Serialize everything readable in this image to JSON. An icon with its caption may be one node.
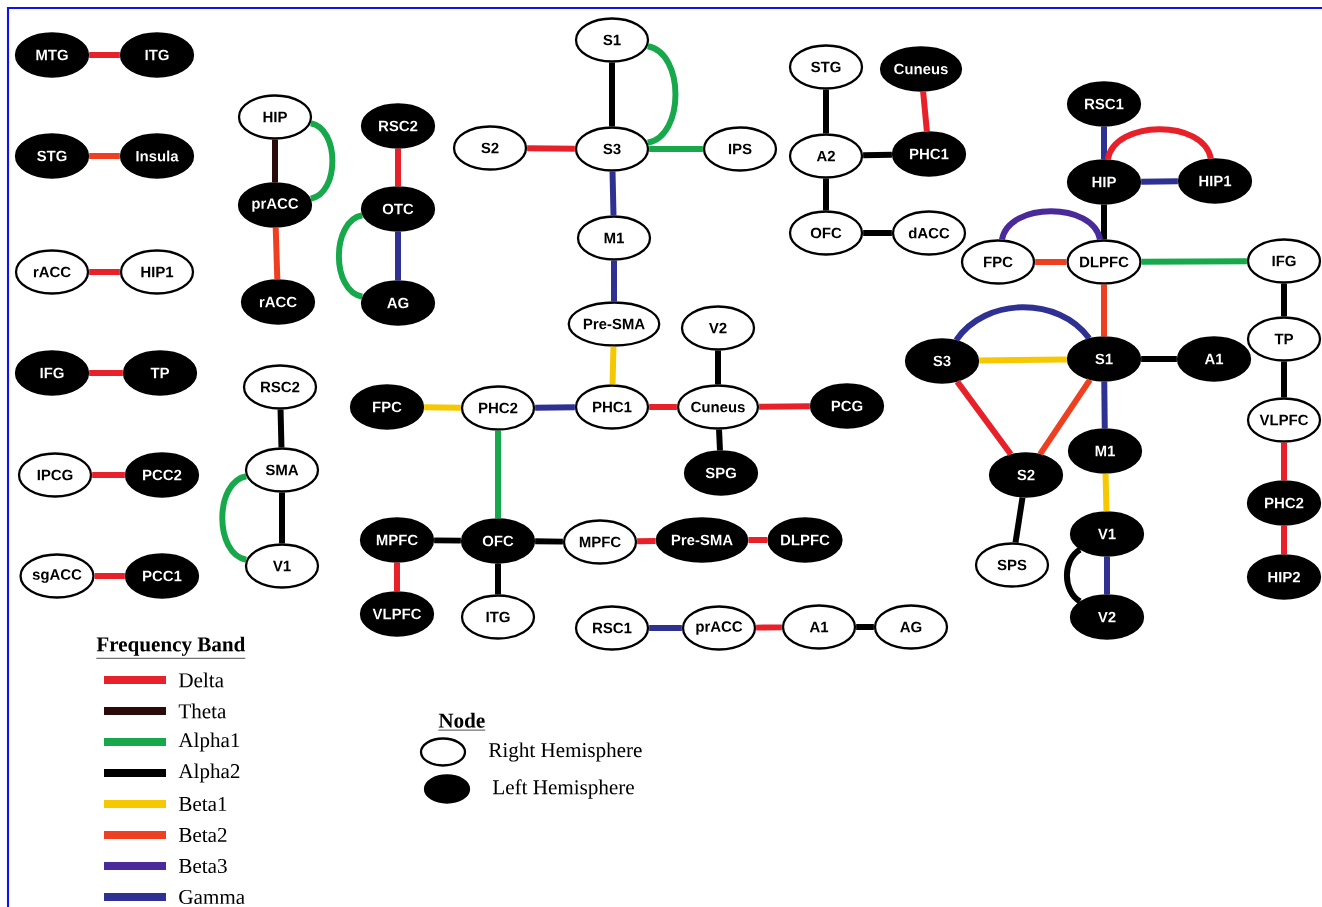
{
  "diagram": {
    "nodes": [
      {
        "text": [
          "MTG"
        ]
      },
      {
        "text": [
          "ITG"
        ]
      },
      {
        "text": [
          "STG"
        ]
      },
      {
        "text": [
          "Insula"
        ]
      },
      {
        "text": [
          "rACC"
        ]
      },
      {
        "text": [
          "HIP1"
        ]
      },
      {
        "text": [
          "IFG"
        ]
      },
      {
        "text": [
          "TP"
        ]
      },
      {
        "text": [
          "IPCG"
        ]
      },
      {
        "text": [
          "PCC2"
        ]
      },
      {
        "text": [
          "sgACC"
        ]
      },
      {
        "text": [
          "PCC1"
        ]
      },
      {
        "text": [
          "HIP"
        ]
      },
      {
        "text": [
          "prACC"
        ]
      },
      {
        "text": [
          "rACC"
        ]
      },
      {
        "text": [
          "RSC2"
        ]
      },
      {
        "text": [
          "OTC"
        ]
      },
      {
        "text": [
          "AG"
        ]
      },
      {
        "text": [
          "RSC2"
        ]
      },
      {
        "text": [
          "SMA"
        ]
      },
      {
        "text": [
          "V1"
        ]
      },
      {
        "text": [
          "S1"
        ]
      },
      {
        "text": [
          "S2"
        ]
      },
      {
        "text": [
          "S3"
        ]
      },
      {
        "text": [
          "IPS"
        ]
      },
      {
        "text": [
          "M1"
        ]
      },
      {
        "text": [
          "Pre-SMA"
        ]
      },
      {
        "text": [
          "STG"
        ]
      },
      {
        "text": [
          "Cuneus"
        ]
      },
      {
        "text": [
          "A2"
        ]
      },
      {
        "text": [
          "PHC1"
        ]
      },
      {
        "text": [
          "OFC"
        ]
      },
      {
        "text": [
          "dACC"
        ]
      },
      {
        "text": [
          "V2"
        ]
      },
      {
        "text": [
          "FPC"
        ]
      },
      {
        "text": [
          "PHC2"
        ]
      },
      {
        "text": [
          "PHC1"
        ]
      },
      {
        "text": [
          "Cuneus"
        ]
      },
      {
        "text": [
          "PCG"
        ]
      },
      {
        "text": [
          "SPG"
        ]
      },
      {
        "text": [
          "MPFC"
        ]
      },
      {
        "text": [
          "OFC"
        ]
      },
      {
        "text": [
          "MPFC"
        ]
      },
      {
        "text": [
          "Pre-SMA"
        ]
      },
      {
        "text": [
          "DLPFC"
        ]
      },
      {
        "text": [
          "VLPFC"
        ]
      },
      {
        "text": [
          "ITG"
        ]
      },
      {
        "text": [
          "RSC1"
        ]
      },
      {
        "text": [
          "prACC"
        ]
      },
      {
        "text": [
          "A1"
        ]
      },
      {
        "text": [
          "AG"
        ]
      },
      {
        "text": [
          "RSC1"
        ]
      },
      {
        "text": [
          "HIP"
        ]
      },
      {
        "text": [
          "HIP1"
        ]
      },
      {
        "text": [
          "FPC"
        ]
      },
      {
        "text": [
          "DLPFC"
        ]
      },
      {
        "text": [
          "IFG"
        ]
      },
      {
        "text": [
          "S3"
        ]
      },
      {
        "text": [
          "S1"
        ]
      },
      {
        "text": [
          "A1"
        ]
      },
      {
        "text": [
          "TP"
        ]
      },
      {
        "text": [
          "VLPFC"
        ]
      },
      {
        "text": [
          "M1"
        ]
      },
      {
        "text": [
          "S2"
        ]
      },
      {
        "text": [
          "PHC2"
        ]
      },
      {
        "text": [
          "V1"
        ]
      },
      {
        "text": [
          "SPS"
        ]
      },
      {
        "text": [
          "HIP2"
        ]
      },
      {
        "text": [
          "V2"
        ]
      }
    ],
    "edges": [
      {
        "from": 0,
        "to": 1,
        "arrow": "none",
        "color": "#e8202a"
      },
      {
        "from": 2,
        "to": 3,
        "arrow": "none",
        "color": "#ee4020"
      },
      {
        "from": 4,
        "to": 5,
        "arrow": "none",
        "color": "#e8202a"
      },
      {
        "from": 6,
        "to": 7,
        "arrow": "none",
        "color": "#e8202a"
      },
      {
        "from": 8,
        "to": 9,
        "arrow": "none",
        "color": "#e8202a"
      },
      {
        "from": 10,
        "to": 11,
        "arrow": "none",
        "color": "#e8202a"
      },
      {
        "from": 12,
        "to": 13,
        "arrow": "none",
        "color": "#2a0a0a"
      },
      {
        "from": 12,
        "to": 13,
        "arrow": "none",
        "color": "#16a84a"
      },
      {
        "from": 13,
        "to": 14,
        "arrow": "none",
        "color": "#ee4020"
      },
      {
        "from": 15,
        "to": 16,
        "arrow": "none",
        "color": "#e8202a"
      },
      {
        "from": 16,
        "to": 17,
        "arrow": "none",
        "color": "#2e3192"
      },
      {
        "from": 16,
        "to": 17,
        "arrow": "none",
        "color": "#16a84a"
      },
      {
        "from": 18,
        "to": 19,
        "arrow": "none",
        "color": "#000000"
      },
      {
        "from": 19,
        "to": 20,
        "arrow": "none",
        "color": "#000000"
      },
      {
        "from": 19,
        "to": 20,
        "arrow": "none",
        "color": "#16a84a"
      },
      {
        "from": 21,
        "to": 23,
        "arrow": "none",
        "color": "#000000"
      },
      {
        "from": 21,
        "to": 23,
        "arrow": "none",
        "color": "#16a84a"
      },
      {
        "from": 22,
        "to": 23,
        "arrow": "none",
        "color": "#e8202a"
      },
      {
        "from": 23,
        "to": 24,
        "arrow": "none",
        "color": "#16a84a"
      },
      {
        "from": 23,
        "to": 25,
        "arrow": "none",
        "color": "#2e3192"
      },
      {
        "from": 25,
        "to": 26,
        "arrow": "none",
        "color": "#2e3192"
      },
      {
        "from": 26,
        "to": 36,
        "arrow": "none",
        "color": "#f5c800"
      },
      {
        "from": 27,
        "to": 29,
        "arrow": "none",
        "color": "#000000"
      },
      {
        "from": 28,
        "to": 30,
        "arrow": "none",
        "color": "#e8202a"
      },
      {
        "from": 29,
        "to": 30,
        "arrow": "none",
        "color": "#000000"
      },
      {
        "from": 29,
        "to": 31,
        "arrow": "none",
        "color": "#000000"
      },
      {
        "from": 31,
        "to": 32,
        "arrow": "none",
        "color": "#000000"
      },
      {
        "from": 33,
        "to": 37,
        "arrow": "none",
        "color": "#000000"
      },
      {
        "from": 34,
        "to": 35,
        "arrow": "none",
        "color": "#f5c800"
      },
      {
        "from": 35,
        "to": 36,
        "arrow": "none",
        "color": "#2e3192"
      },
      {
        "from": 36,
        "to": 37,
        "arrow": "none",
        "color": "#e8202a"
      },
      {
        "from": 37,
        "to": 38,
        "arrow": "none",
        "color": "#e8202a"
      },
      {
        "from": 37,
        "to": 39,
        "arrow": "none",
        "color": "#000000"
      },
      {
        "from": 35,
        "to": 41,
        "arrow": "none",
        "color": "#16a84a"
      },
      {
        "from": 40,
        "to": 41,
        "arrow": "none",
        "color": "#000000"
      },
      {
        "from": 41,
        "to": 42,
        "arrow": "none",
        "color": "#000000"
      },
      {
        "from": 42,
        "to": 43,
        "arrow": "none",
        "color": "#e8202a"
      },
      {
        "from": 43,
        "to": 44,
        "arrow": "none",
        "color": "#e8202a"
      },
      {
        "from": 40,
        "to": 45,
        "arrow": "none",
        "color": "#e8202a"
      },
      {
        "from": 41,
        "to": 46,
        "arrow": "none",
        "color": "#000000"
      },
      {
        "from": 47,
        "to": 48,
        "arrow": "none",
        "color": "#2e3192"
      },
      {
        "from": 48,
        "to": 49,
        "arrow": "none",
        "color": "#e8202a"
      },
      {
        "from": 49,
        "to": 50,
        "arrow": "none",
        "color": "#000000"
      },
      {
        "from": 51,
        "to": 52,
        "arrow": "none",
        "color": "#2e3192"
      },
      {
        "from": 52,
        "to": 53,
        "arrow": "none",
        "color": "#2e3192"
      },
      {
        "from": 52,
        "to": 53,
        "arrow": "none",
        "color": "#e8202a"
      },
      {
        "from": 52,
        "to": 55,
        "arrow": "none",
        "color": "#000000"
      },
      {
        "from": 54,
        "to": 55,
        "arrow": "none",
        "color": "#ee4020"
      },
      {
        "from": 54,
        "to": 55,
        "arrow": "none",
        "color": "#4a2a9a"
      },
      {
        "from": 55,
        "to": 56,
        "arrow": "none",
        "color": "#16a84a"
      },
      {
        "from": 55,
        "to": 58,
        "arrow": "none",
        "color": "#ee4020"
      },
      {
        "from": 57,
        "to": 58,
        "arrow": "none",
        "color": "#f5c800"
      },
      {
        "from": 57,
        "to": 58,
        "arrow": "none",
        "color": "#2e3192"
      },
      {
        "from": 58,
        "to": 59,
        "arrow": "none",
        "color": "#000000"
      },
      {
        "from": 57,
        "to": 63,
        "arrow": "none",
        "color": "#e8202a"
      },
      {
        "from": 58,
        "to": 63,
        "arrow": "none",
        "color": "#ee4020"
      },
      {
        "from": 58,
        "to": 62,
        "arrow": "none",
        "color": "#2e3192"
      },
      {
        "from": 62,
        "to": 65,
        "arrow": "none",
        "color": "#f5c800"
      },
      {
        "from": 65,
        "to": 68,
        "arrow": "none",
        "color": "#2e3192"
      },
      {
        "from": 65,
        "to": 68,
        "arrow": "none",
        "color": "#000000"
      },
      {
        "from": 63,
        "to": 66,
        "arrow": "none",
        "color": "#000000"
      },
      {
        "from": 56,
        "to": 60,
        "arrow": "none",
        "color": "#000000"
      },
      {
        "from": 60,
        "to": 61,
        "arrow": "none",
        "color": "#000000"
      },
      {
        "from": 61,
        "to": 64,
        "arrow": "none",
        "color": "#e8202a"
      },
      {
        "from": 64,
        "to": 67,
        "arrow": "none",
        "color": "#e8202a"
      }
    ],
    "labels": [
      "Frequency Band",
      "Node"
    ],
    "legend": [
      {
        "text": "Delta",
        "color": "#e8202a"
      },
      {
        "text": "Theta",
        "color": "#2a0a0a"
      },
      {
        "text": "Alpha1",
        "color": "#16a84a"
      },
      {
        "text": "Alpha2",
        "color": "#000000"
      },
      {
        "text": "Beta1",
        "color": "#f5c800"
      },
      {
        "text": "Beta2",
        "color": "#ee4020"
      },
      {
        "text": "Beta3",
        "color": "#4a2a9a"
      },
      {
        "text": "Gamma",
        "color": "#2e3192"
      },
      {
        "text": "Right Hemisphere"
      },
      {
        "text": "Left Hemisphere"
      }
    ]
  }
}
